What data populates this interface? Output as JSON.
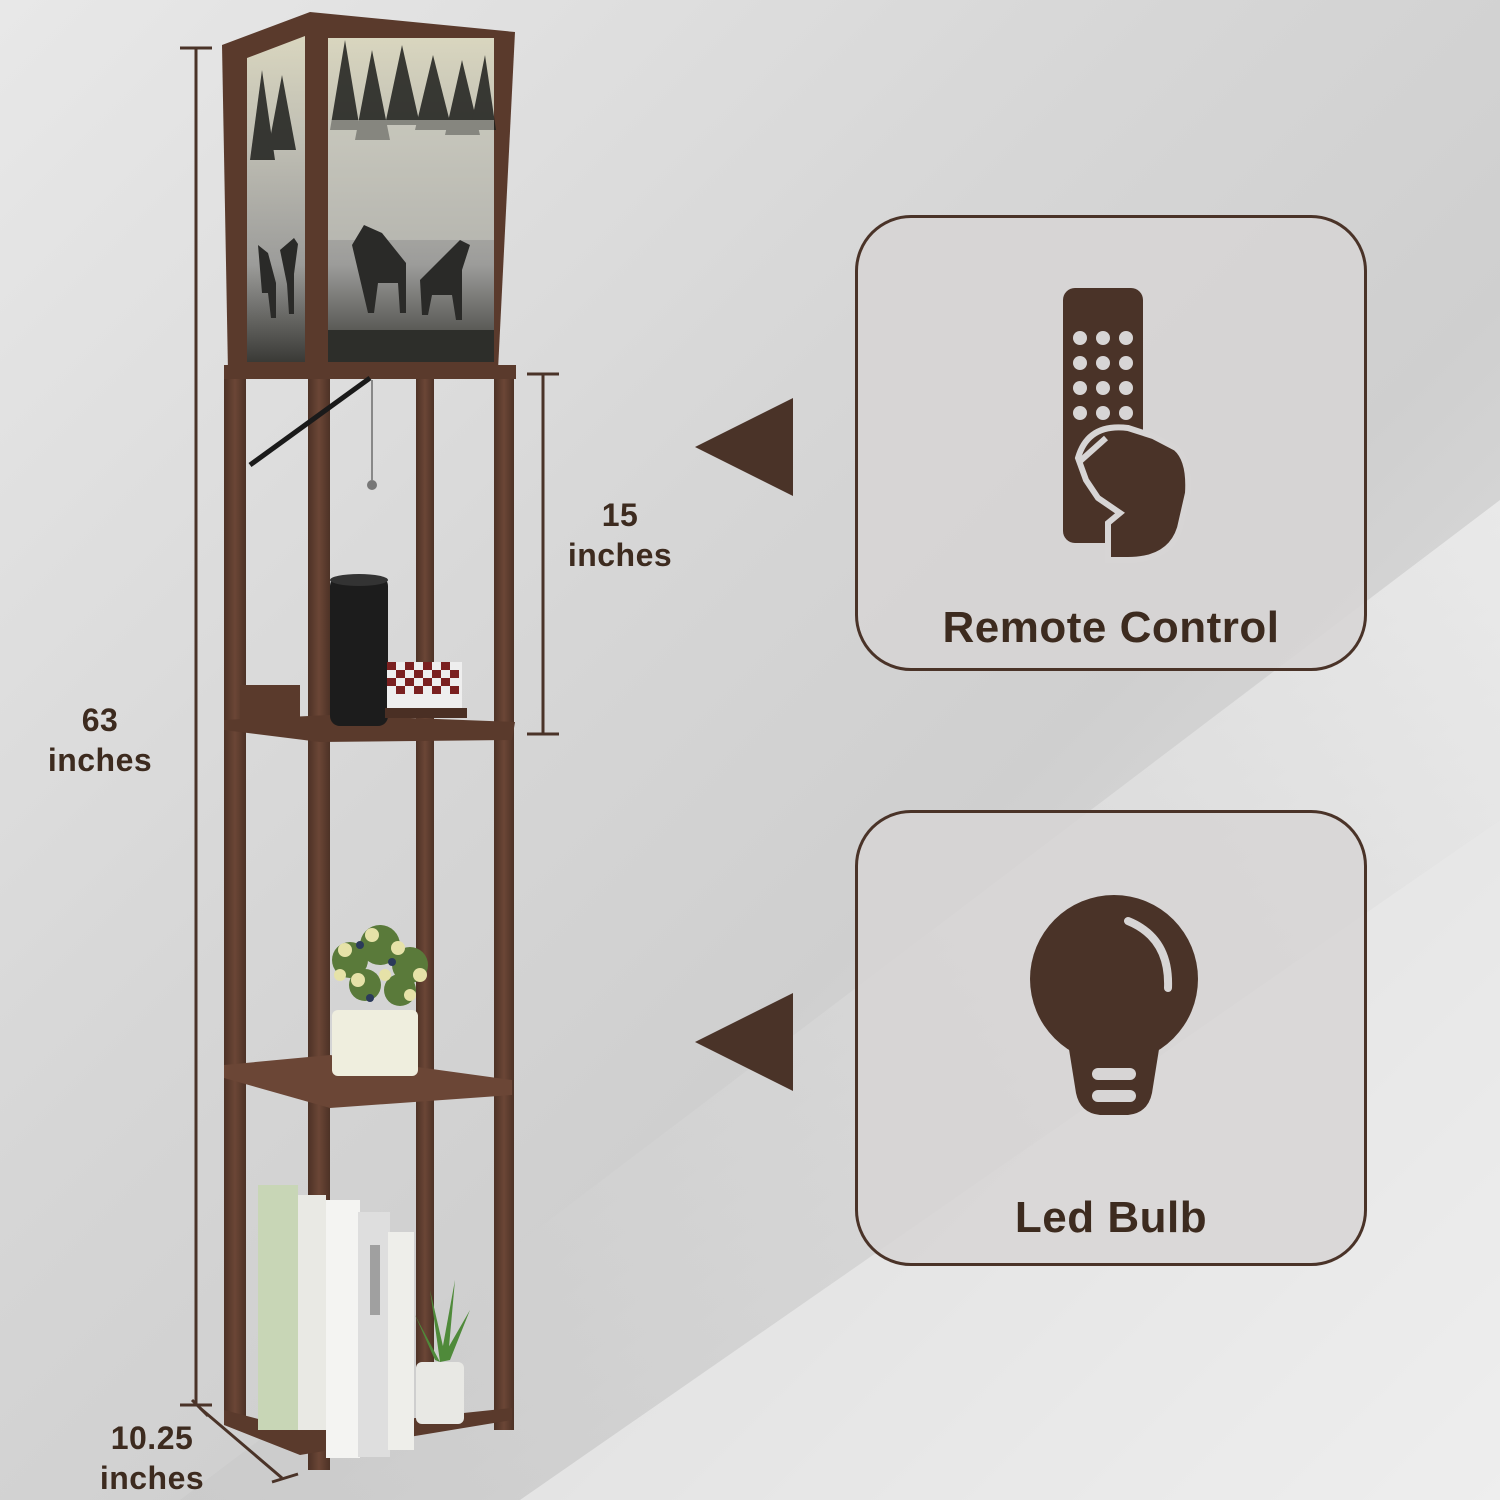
{
  "dimensions": {
    "height": {
      "value": "63",
      "unit": "inches"
    },
    "shelf_gap": {
      "value": "15",
      "unit": "inches"
    },
    "width": {
      "value": "10.25",
      "unit": "inches"
    }
  },
  "features": [
    {
      "label": "Remote Control",
      "icon": "remote-control-icon"
    },
    {
      "label": "Led Bulb",
      "icon": "led-bulb-icon"
    }
  ],
  "colors": {
    "brand_brown": "#4a3328",
    "frame_wood": "#5a3a2c",
    "card_bg": "#d7d5d5"
  }
}
